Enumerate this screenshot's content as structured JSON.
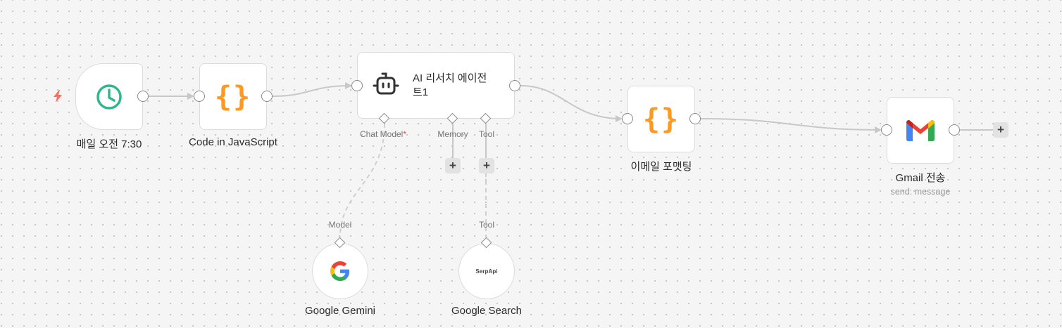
{
  "canvas": {
    "background": "#f5f5f5",
    "dot_color": "#b8b8b8"
  },
  "nodes": {
    "schedule": {
      "label": "매일 오전 7:30",
      "icon": "clock-icon",
      "icon_color": "#2eb88a"
    },
    "code_js": {
      "label": "Code in JavaScript",
      "icon": "code-braces-icon",
      "icon_color": "#ff9922"
    },
    "agent": {
      "label_line1": "AI 리서치 에이전",
      "label_line2": "트1",
      "icon": "robot-icon",
      "ports": {
        "chat_model": "Chat Model",
        "chat_model_required": "*",
        "memory": "Memory",
        "tool": "Tool"
      }
    },
    "email_format": {
      "label": "이메일 포맷팅",
      "icon": "code-braces-icon",
      "icon_color": "#ff9922"
    },
    "gmail": {
      "label": "Gmail 전송",
      "sublabel": "send: message",
      "icon": "gmail-icon"
    },
    "gemini": {
      "label": "Google Gemini",
      "port_label": "Model",
      "icon": "google-g-icon"
    },
    "search": {
      "label": "Google Search",
      "port_label": "Tool",
      "icon_text": "SerpApi"
    }
  },
  "buttons": {
    "add_memory": "+",
    "add_tool": "+",
    "add_after_gmail": "+"
  },
  "colors": {
    "edge": "#c8c8c8",
    "required_mark": "#e5484d",
    "trigger_bolt": "#ff6b5f"
  }
}
